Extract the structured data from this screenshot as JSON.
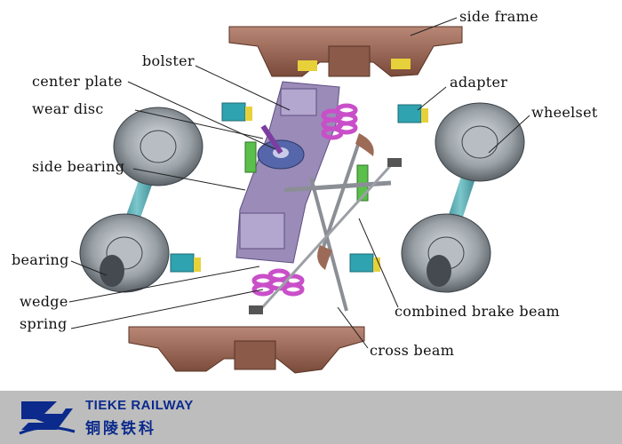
{
  "labels": {
    "side_frame": "side frame",
    "bolster": "bolster",
    "adapter": "adapter",
    "center_plate": "center plate",
    "wear_disc": "wear disc",
    "wheelset": "wheelset",
    "side_bearing": "side bearing",
    "bearing": "bearing",
    "wedge": "wedge",
    "spring": "spring",
    "combined_brake_beam": "combined brake beam",
    "cross_beam": "cross beam"
  },
  "footer": {
    "brand_en": "TIEKE RAILWAY",
    "brand_cn": "铜陵铁科"
  },
  "colors": {
    "frame": "#9b6a55",
    "bolster": "#9a8bb8",
    "wheel": "#8e959b",
    "axle": "#4f9ea4",
    "spring": "#c94fc9",
    "adapter": "#2fa3b0",
    "wedge": "#5cbf4c",
    "brand_blue": "#0b2a8c"
  }
}
